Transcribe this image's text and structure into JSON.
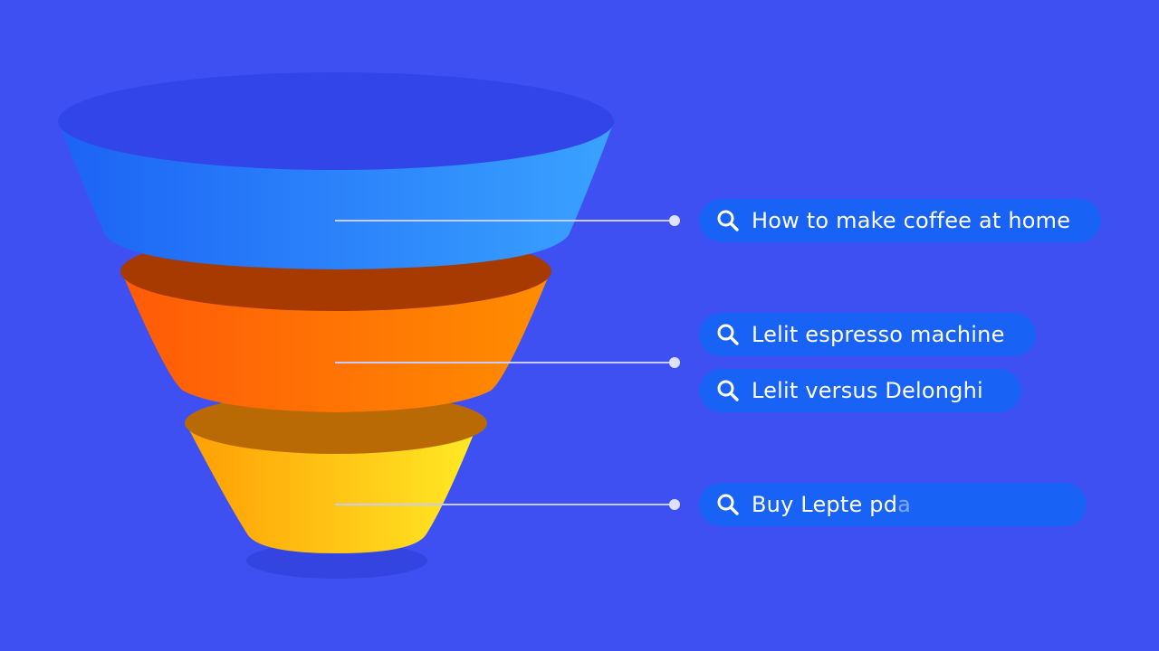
{
  "colors": {
    "background": "#3f50f3",
    "pill": "#1862f6",
    "top_layer": "#2f8cff",
    "middle_layer": "#ff7a00",
    "bottom_layer": "#ffc400"
  },
  "funnel": {
    "stages": [
      {
        "name": "top",
        "queries": [
          {
            "label": "How to make coffee at home",
            "icon": "search-icon"
          }
        ]
      },
      {
        "name": "middle",
        "queries": [
          {
            "label": "Lelit espresso machine",
            "icon": "search-icon"
          },
          {
            "label": "Lelit versus Delonghi",
            "icon": "search-icon"
          }
        ]
      },
      {
        "name": "bottom",
        "queries": [
          {
            "label": "Buy Lepte pd",
            "typed_tail": "a",
            "icon": "search-icon"
          }
        ]
      }
    ]
  }
}
